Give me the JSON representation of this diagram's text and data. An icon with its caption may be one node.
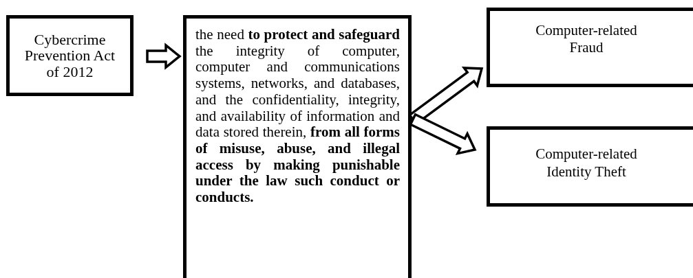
{
  "diagram": {
    "nodes": [
      {
        "text": [
          "Cybercrime Prevention Act of 2012"
        ]
      },
      {
        "text": [
          "the need **to protect and safeguard** the integrity of computer, computer and communications systems, networks, and databases, and the confidentiality, integrity, and availability of information and data stored therein, **from all forms of misuse, abuse, and illegal access by making punishable under the law such conduct or conducts.**"
        ]
      },
      {
        "text": [
          "Computer-related Fraud"
        ]
      },
      {
        "text": [
          "Computer-related Identity Theft"
        ]
      }
    ],
    "edges": [
      {
        "from": 0,
        "to": 1,
        "arrow": "to"
      },
      {
        "from": 1,
        "to": 2,
        "arrow": "to"
      },
      {
        "from": 1,
        "to": 3,
        "arrow": "to"
      }
    ]
  }
}
